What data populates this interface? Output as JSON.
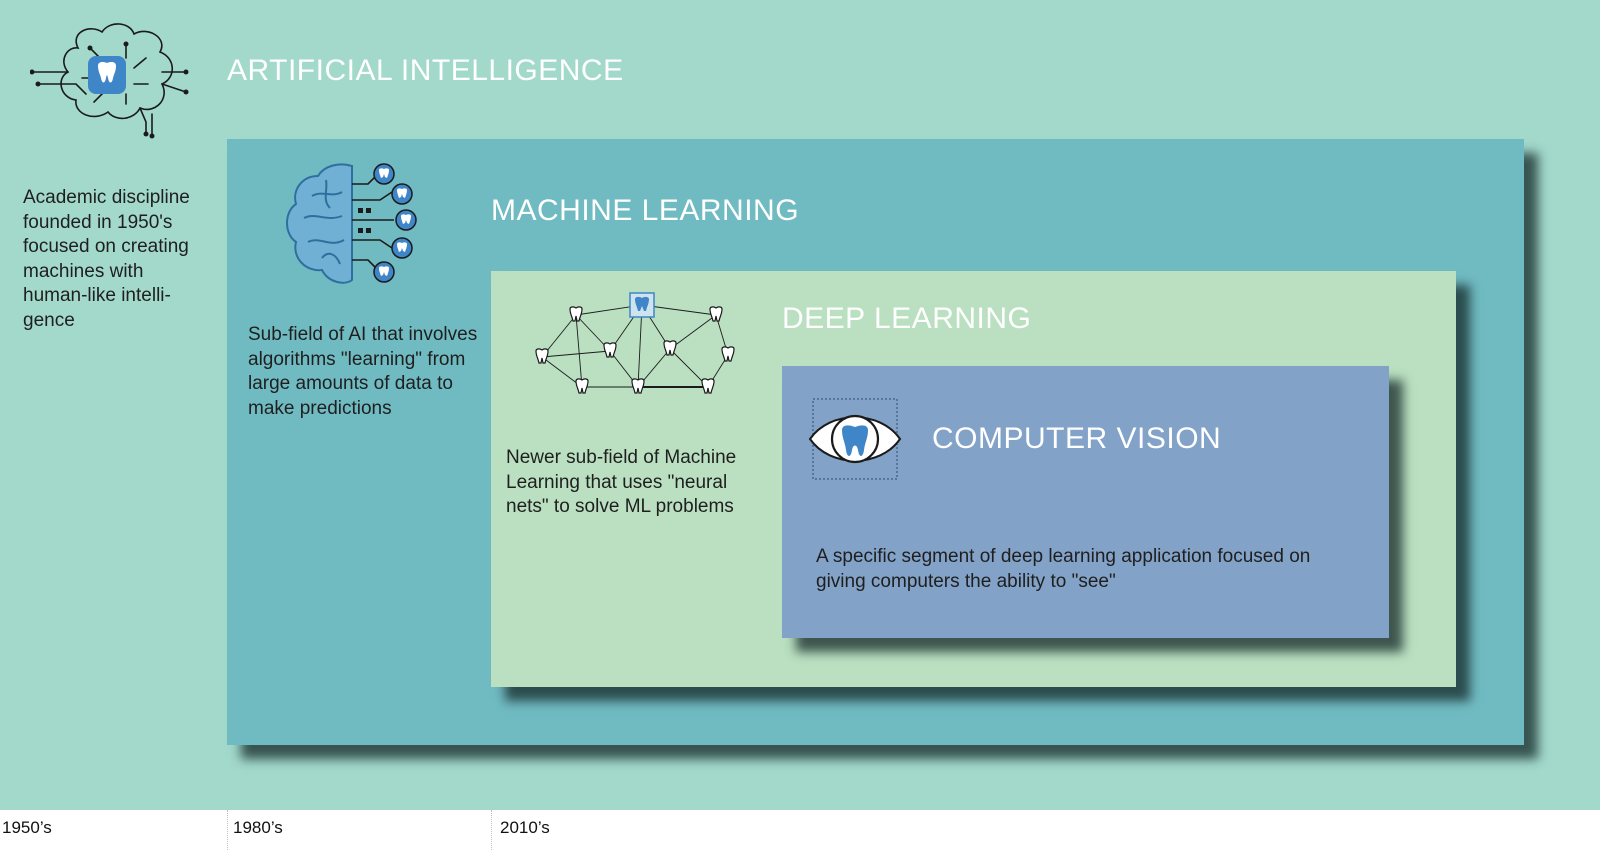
{
  "ai": {
    "title": "ARTIFICIAL INTELLIGENCE",
    "description": "Academic discipline founded in 1950's focused on creating machines with human-like intelli-gence",
    "icon": "circuit-brain-tooth-icon"
  },
  "ml": {
    "title": "MACHINE LEARNING",
    "description": "Sub-field of AI that involves algorithms \"learning\" from large amounts of data to make predictions",
    "icon": "brain-circuit-icon"
  },
  "dl": {
    "title": "DEEP LEARNING",
    "description": "Newer sub-field of Machine Learning that uses \"neural nets\" to solve ML problems",
    "icon": "tooth-network-icon"
  },
  "cv": {
    "title": "COMPUTER VISION",
    "description": "A specific segment of deep learning application focused on giving computers the ability to \"see\"",
    "icon": "eye-tooth-icon"
  },
  "timeline": [
    "1950’s",
    "1980’s",
    "2010’s"
  ],
  "colors": {
    "ai_bg": "#a2d9cb",
    "ml_bg": "#70bbc2",
    "dl_bg": "#bae0c1",
    "cv_bg": "#82a2c8",
    "tooth_blue": "#3f86c8"
  }
}
